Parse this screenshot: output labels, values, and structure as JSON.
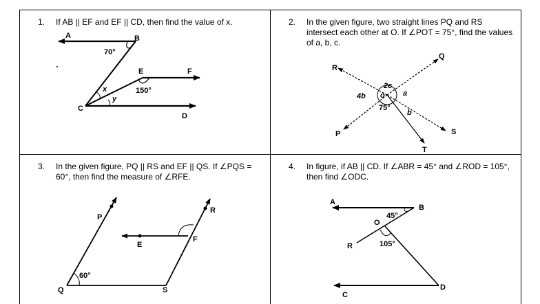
{
  "questions": [
    {
      "number": "1.",
      "text": "If AB || EF and EF || CD, then find the value of x.",
      "labels": {
        "a": "A",
        "b": "B",
        "e": "E",
        "f": "F",
        "c": "C",
        "d": "D",
        "x": "x",
        "y": "y",
        "angle_b": "70°",
        "angle_e": "150°"
      }
    },
    {
      "number": "2.",
      "text": "In the given figure, two straight lines PQ and RS intersect each other at O. If ∠POT = 75°, find the values of a, b, c.",
      "labels": {
        "r": "R",
        "q": "Q",
        "p": "P",
        "s": "S",
        "t": "T",
        "o": "o",
        "a": "a",
        "b": "b",
        "two_c": "2c",
        "four_b": "4b",
        "angle_pot": "75°"
      }
    },
    {
      "number": "3.",
      "text": "In the given figure, PQ || RS and EF || QS. If ∠PQS = 60°, then find the measure of ∠RFE.",
      "labels": {
        "p": "P",
        "r": "R",
        "e": "E",
        "f": "F",
        "q": "Q",
        "s": "S",
        "angle_q": "60°"
      }
    },
    {
      "number": "4.",
      "text": "In figure, if AB || CD. If ∠ABR = 45° and ∠ROD = 105°, then find ∠ODC.",
      "labels": {
        "a": "A",
        "b": "B",
        "o": "O",
        "r": "R",
        "c": "C",
        "d": "D",
        "angle_b": "45°",
        "angle_o": "105°"
      }
    }
  ]
}
